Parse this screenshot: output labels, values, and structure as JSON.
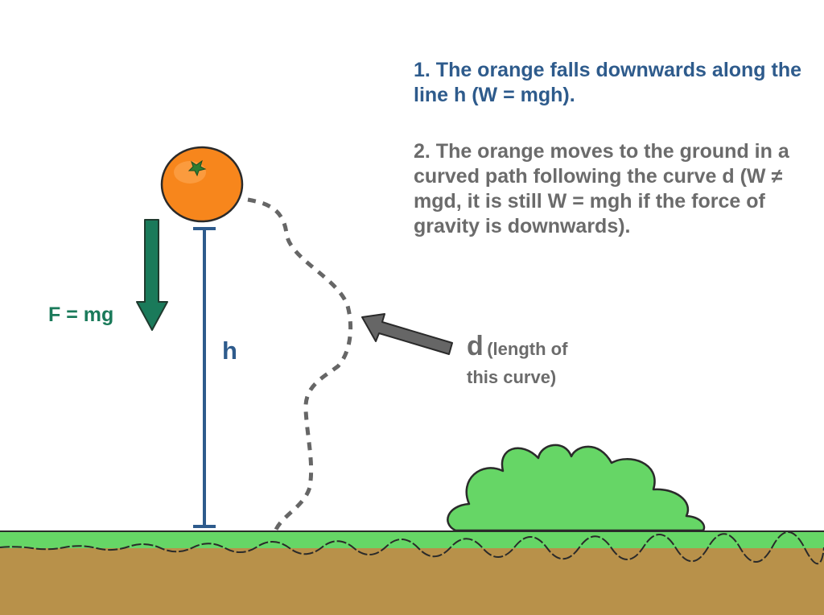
{
  "colors": {
    "blue": "#2e5b8c",
    "gray": "#6b6b6b",
    "teal": "#1a7a5a",
    "grass": "#66d666",
    "soil": "#b8914a",
    "orange": "#f7861c",
    "arrow_gray": "#666666"
  },
  "statements": {
    "one": "1. The orange falls downwards along the line h (W = mgh).",
    "two": "2. The orange moves to the ground in a curved path following the curve d (W ≠ mgd, it is still W = mgh if the force of gravity is downwards)."
  },
  "force": {
    "label": "F = mg"
  },
  "height": {
    "label": "h"
  },
  "curve": {
    "letter": "d",
    "note_line1": "(length of",
    "note_line2": "this curve)"
  },
  "icons": {
    "orange": "orange-fruit-icon",
    "bush": "bush-icon",
    "force_arrow": "down-arrow-icon",
    "pointer_arrow": "left-arrow-icon"
  }
}
